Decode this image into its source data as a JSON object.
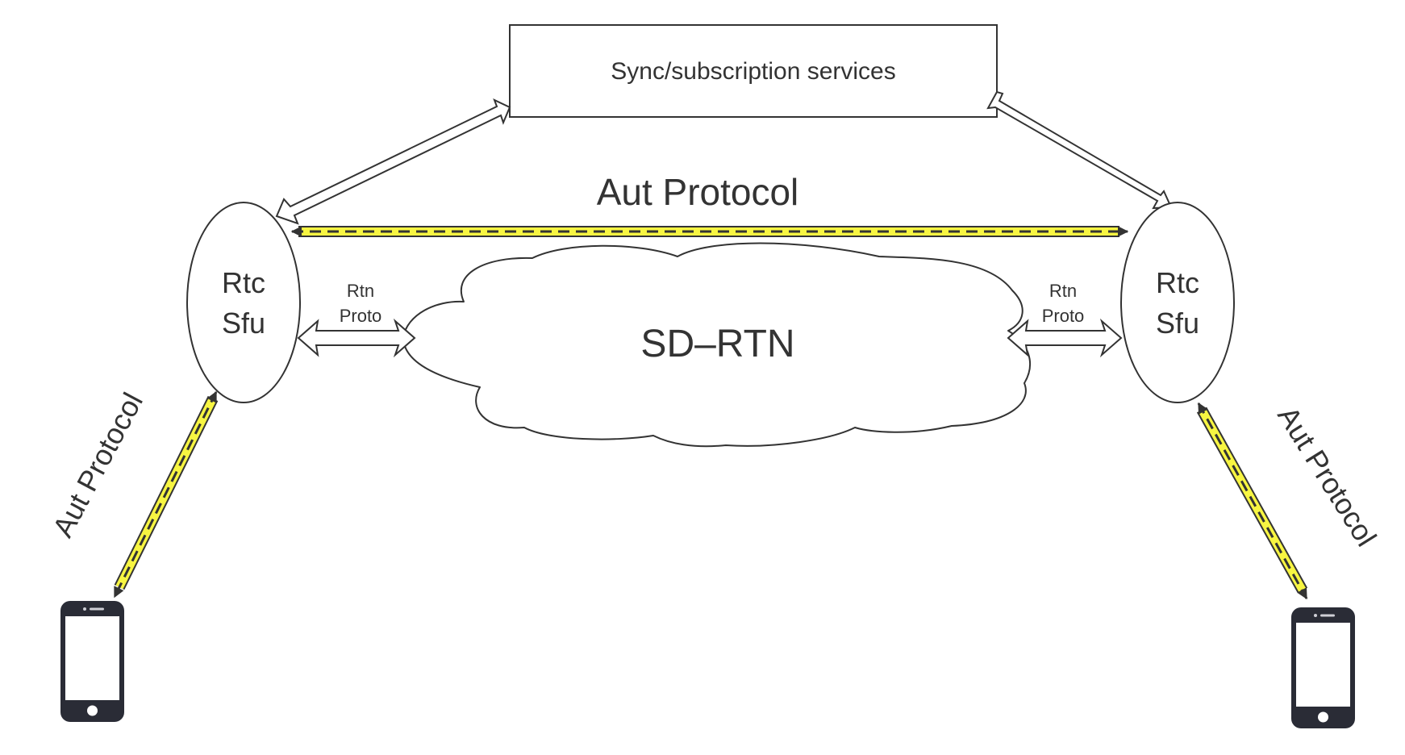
{
  "services_box": {
    "label": "Sync/subscription services"
  },
  "top_protocol": {
    "label": "Aut Protocol"
  },
  "network": {
    "label": "SD–RTN"
  },
  "left_node": {
    "line1": "Rtc",
    "line2": "Sfu"
  },
  "right_node": {
    "line1": "Rtc",
    "line2": "Sfu"
  },
  "left_link": {
    "line1": "Rtn",
    "line2": "Proto"
  },
  "right_link": {
    "line1": "Rtn",
    "line2": "Proto"
  },
  "left_client_protocol": {
    "label": "Aut Protocol"
  },
  "right_client_protocol": {
    "label": "Aut Protocol"
  },
  "colors": {
    "stroke": "#333333",
    "protocol_highlight": "#f7f542",
    "phone_body": "#2a2c36"
  },
  "icons": [
    "phone-icon"
  ]
}
